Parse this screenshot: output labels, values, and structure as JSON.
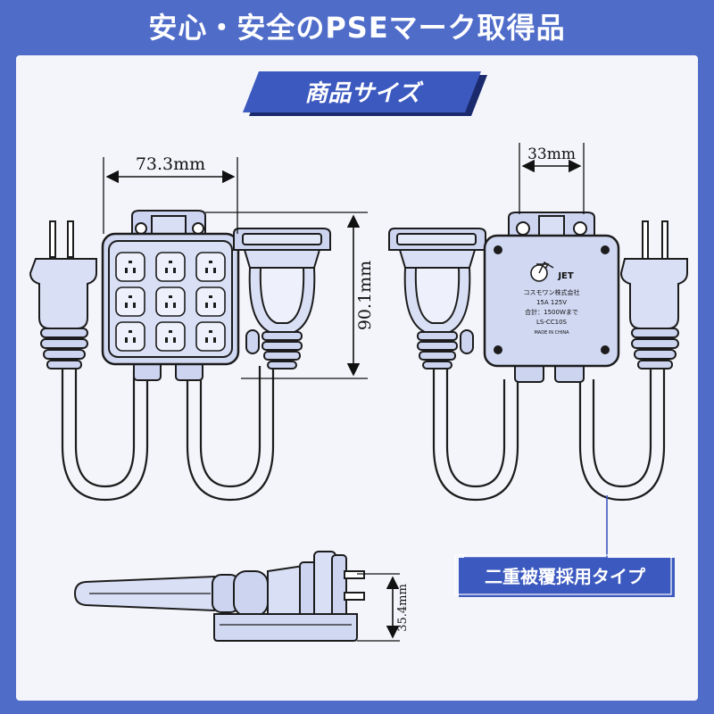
{
  "header": {
    "title": "安心・安全のPSEマーク取得品"
  },
  "section": {
    "title": "商品サイズ"
  },
  "dimensions": {
    "width": "73.3mm",
    "height": "90.1mm",
    "depth": "33mm",
    "thickness": "35.4mm"
  },
  "label": {
    "jet": "JET",
    "company": "コスモワン株式会社",
    "rating": "15A   125V",
    "total": "合計：1500Wまで",
    "model": "LS-CC10S",
    "origin": "MADE IN CHINA"
  },
  "callout": {
    "text": "二重被覆採用タイプ"
  },
  "colors": {
    "accent": "#4f6cc9",
    "banner": "#3c59bf",
    "line": "#1c1c1c",
    "body": "#d2d9f3"
  }
}
